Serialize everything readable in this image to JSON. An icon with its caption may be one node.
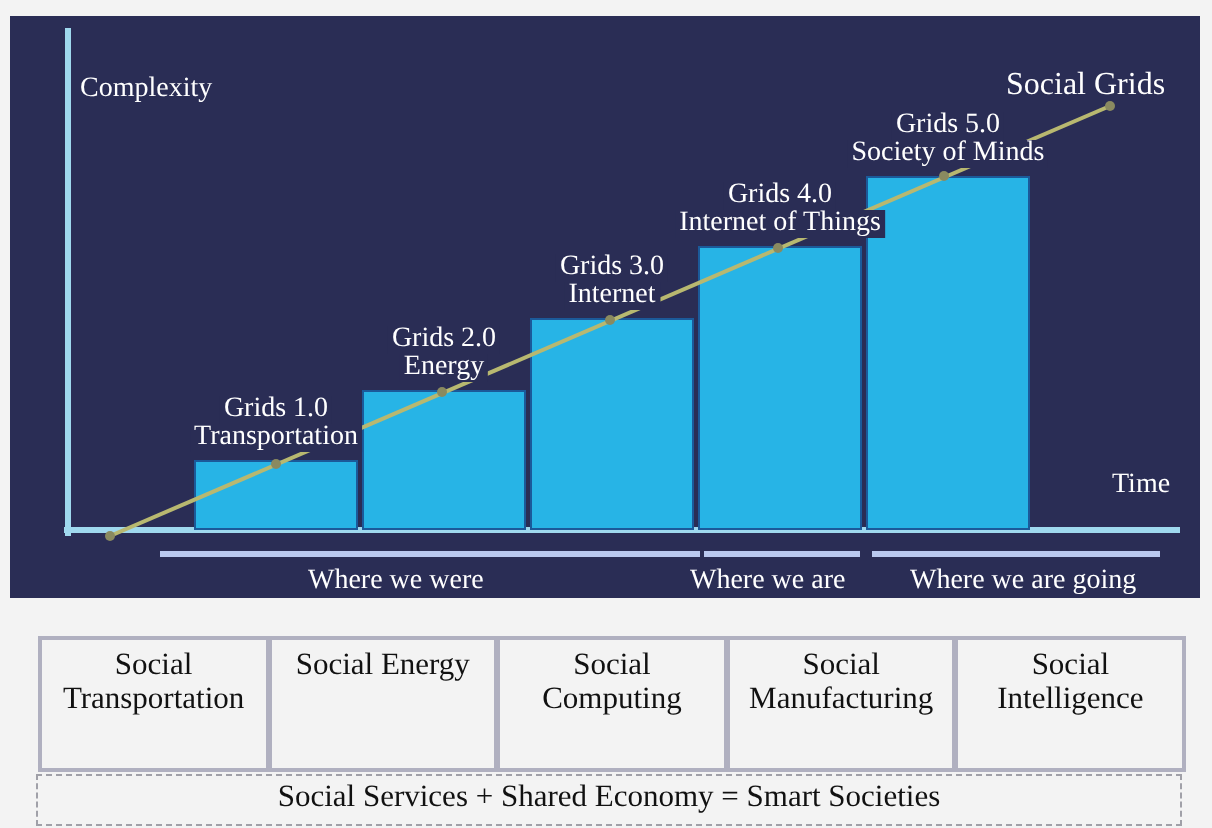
{
  "diagram": {
    "nodes": [
      {
        "text": [
          "Grids 1.0",
          "Transportation"
        ]
      },
      {
        "text": [
          "Grids 2.0",
          "Energy"
        ]
      },
      {
        "text": [
          "Grids 3.0",
          "Internet"
        ]
      },
      {
        "text": [
          "Grids 4.0",
          "Internet of Things"
        ]
      },
      {
        "text": [
          "Grids 5.0",
          "Society of Minds"
        ]
      }
    ],
    "labels": [
      "Complexity",
      "Time",
      "Social Grids",
      "Where we were",
      "Where we are",
      "Where we are going",
      "Social Transportation",
      "Social Energy",
      "Social Computing",
      "Social Manufacturing",
      "Social Intelligence",
      "Social Services + Shared Economy = Smart Societies"
    ]
  }
}
